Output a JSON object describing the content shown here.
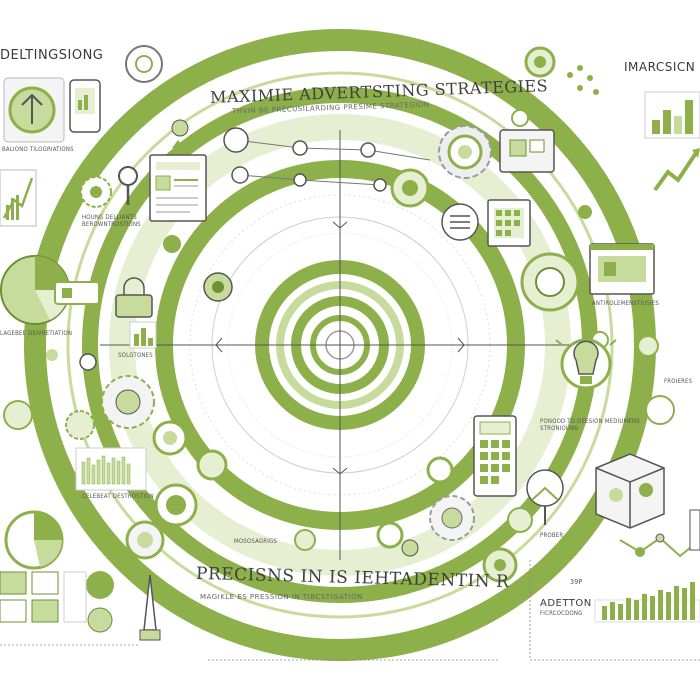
{
  "header": {
    "title": "MAXIMIE ADVERTSTING STRATEGIES",
    "subtitle": "THVIN BE PRECUSILARDING PRESIME STRATEGION"
  },
  "footer": {
    "title": "PRECISNS IN IS IEHTADENTIN R",
    "subtitle": "MAGIKLE ES PRESSION IN TIBCSTIGATION"
  },
  "corners": {
    "top_left": "DELTINGSIONG",
    "top_right": "IMARCSICN",
    "bottom_right_title": "ADETTON",
    "bottom_right_sub": "FICRCOCDONG",
    "bottom_right_value": "39P"
  },
  "tags": {
    "tl_card": "BALIONO TILOGRIATIONS",
    "left_mid": "HOUNG DELLIANTS BEROWNTROSTIONS",
    "left_lower": "LAGEBEE DEIVRETIATION",
    "left_chart": "CELEBEAT DESTROSTION",
    "center_left": "SOLGTONES",
    "center_bottom": "MOSOSAGRIGS",
    "right_mid": "ANTIROLEMENSTIUSIES",
    "right_lower": "PONOOD TO DEESION MEDIUMENS STRONIOUNG",
    "right_small": "PROBER",
    "right_edge": "FROIERES"
  },
  "colors": {
    "green": "#8db04a",
    "light_green": "#c7dc9c",
    "pale_green": "#e6efd2",
    "gray": "#6b6b6b"
  }
}
